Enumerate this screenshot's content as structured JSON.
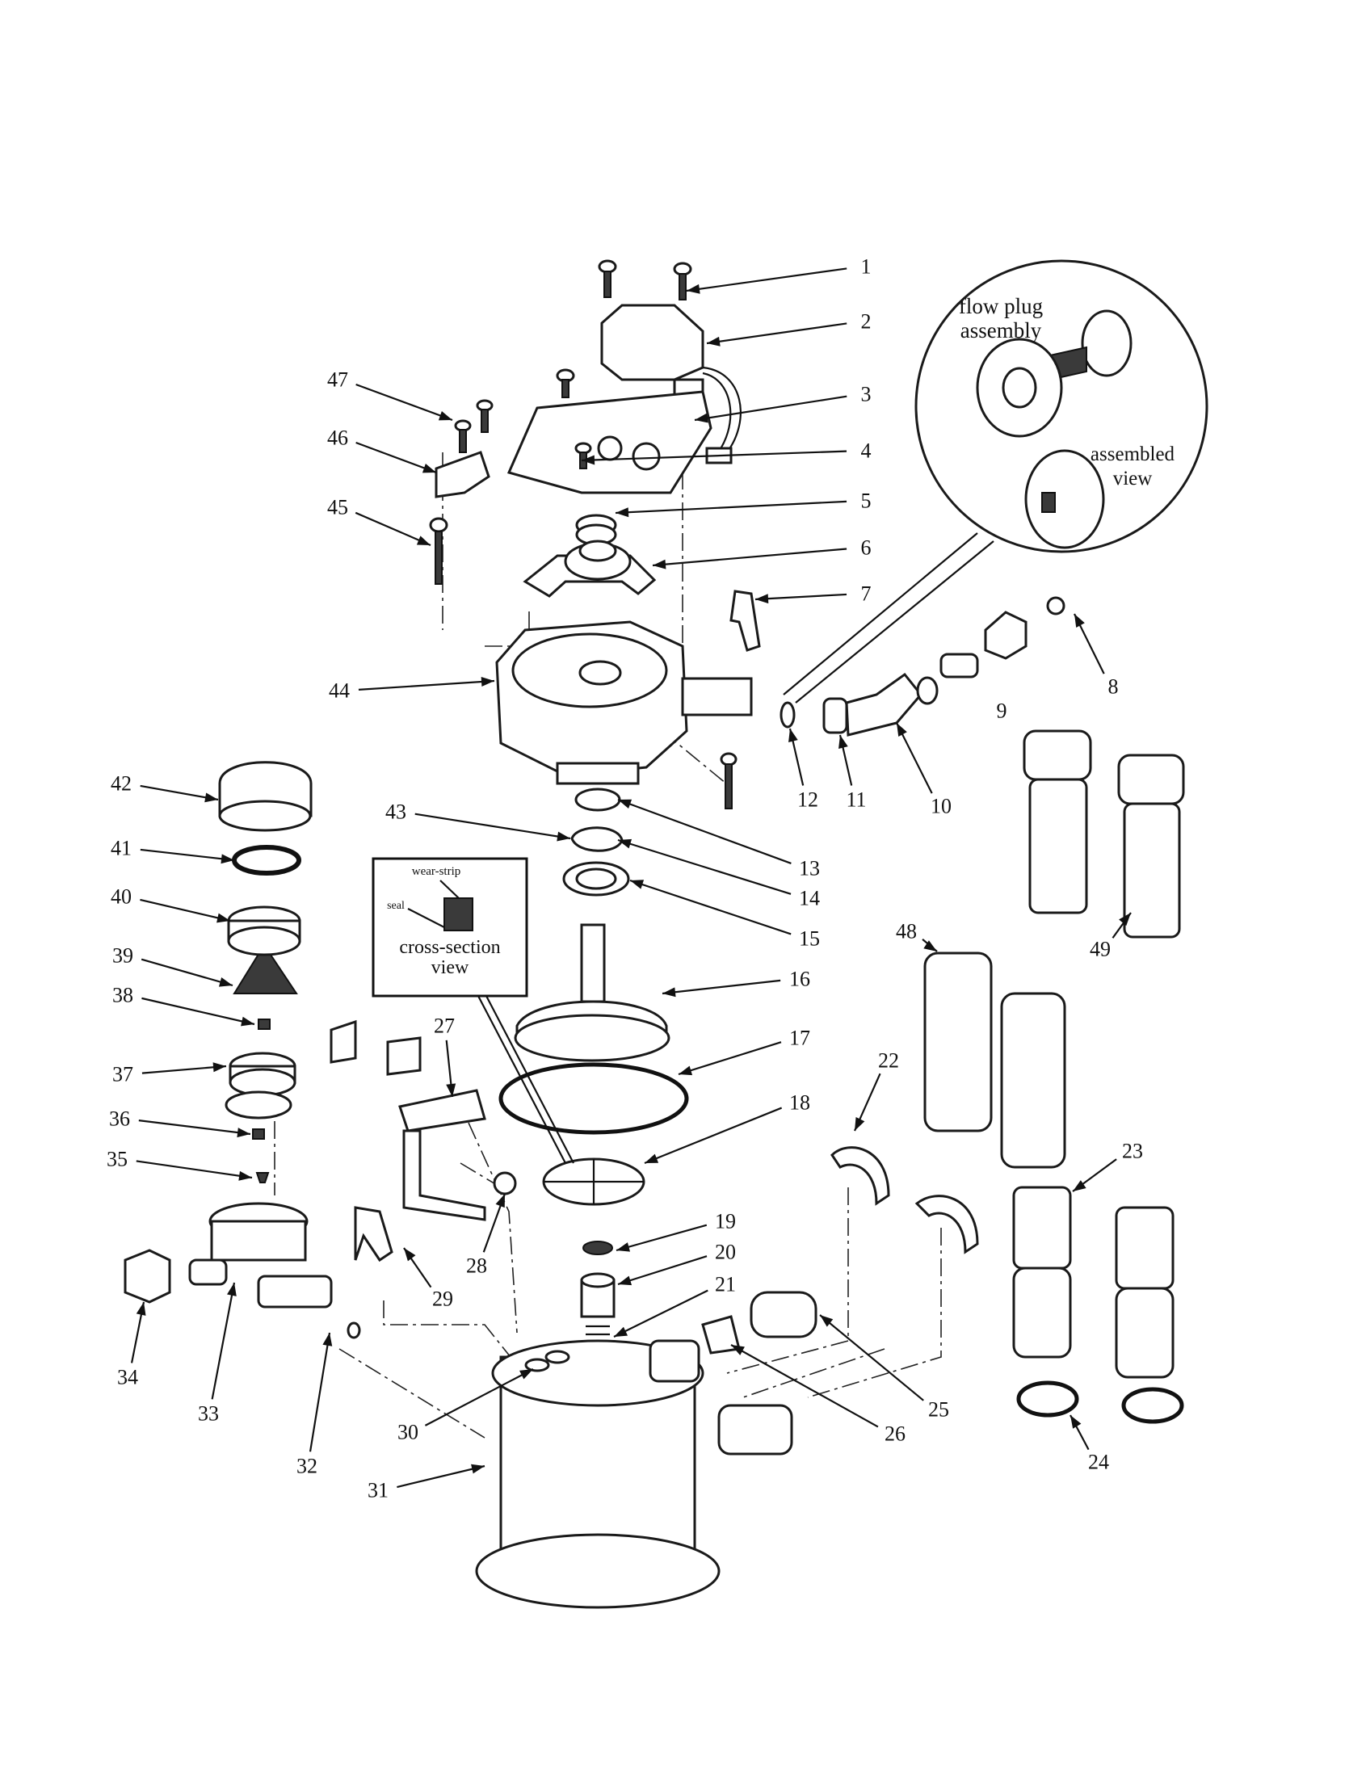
{
  "callouts": [
    {
      "n": "1"
    },
    {
      "n": "2"
    },
    {
      "n": "3"
    },
    {
      "n": "4"
    },
    {
      "n": "5"
    },
    {
      "n": "6"
    },
    {
      "n": "7"
    },
    {
      "n": "8"
    },
    {
      "n": "9"
    },
    {
      "n": "10"
    },
    {
      "n": "11"
    },
    {
      "n": "12"
    },
    {
      "n": "13"
    },
    {
      "n": "14"
    },
    {
      "n": "15"
    },
    {
      "n": "16"
    },
    {
      "n": "17"
    },
    {
      "n": "18"
    },
    {
      "n": "19"
    },
    {
      "n": "20"
    },
    {
      "n": "21"
    },
    {
      "n": "22"
    },
    {
      "n": "23"
    },
    {
      "n": "24"
    },
    {
      "n": "25"
    },
    {
      "n": "26"
    },
    {
      "n": "27"
    },
    {
      "n": "28"
    },
    {
      "n": "29"
    },
    {
      "n": "30"
    },
    {
      "n": "31"
    },
    {
      "n": "32"
    },
    {
      "n": "33"
    },
    {
      "n": "34"
    },
    {
      "n": "35"
    },
    {
      "n": "36"
    },
    {
      "n": "37"
    },
    {
      "n": "38"
    },
    {
      "n": "39"
    },
    {
      "n": "40"
    },
    {
      "n": "41"
    },
    {
      "n": "42"
    },
    {
      "n": "43"
    },
    {
      "n": "44"
    },
    {
      "n": "45"
    },
    {
      "n": "46"
    },
    {
      "n": "47"
    },
    {
      "n": "48"
    },
    {
      "n": "49"
    }
  ],
  "detail_flow_plug": {
    "title_line1": "flow plug",
    "title_line2": "assembly",
    "assembled_line1": "assembled",
    "assembled_line2": "view"
  },
  "detail_cross_section": {
    "wear_strip_label": "wear-strip",
    "seal_label": "seal",
    "view_line1": "cross-section",
    "view_line2": "view"
  }
}
